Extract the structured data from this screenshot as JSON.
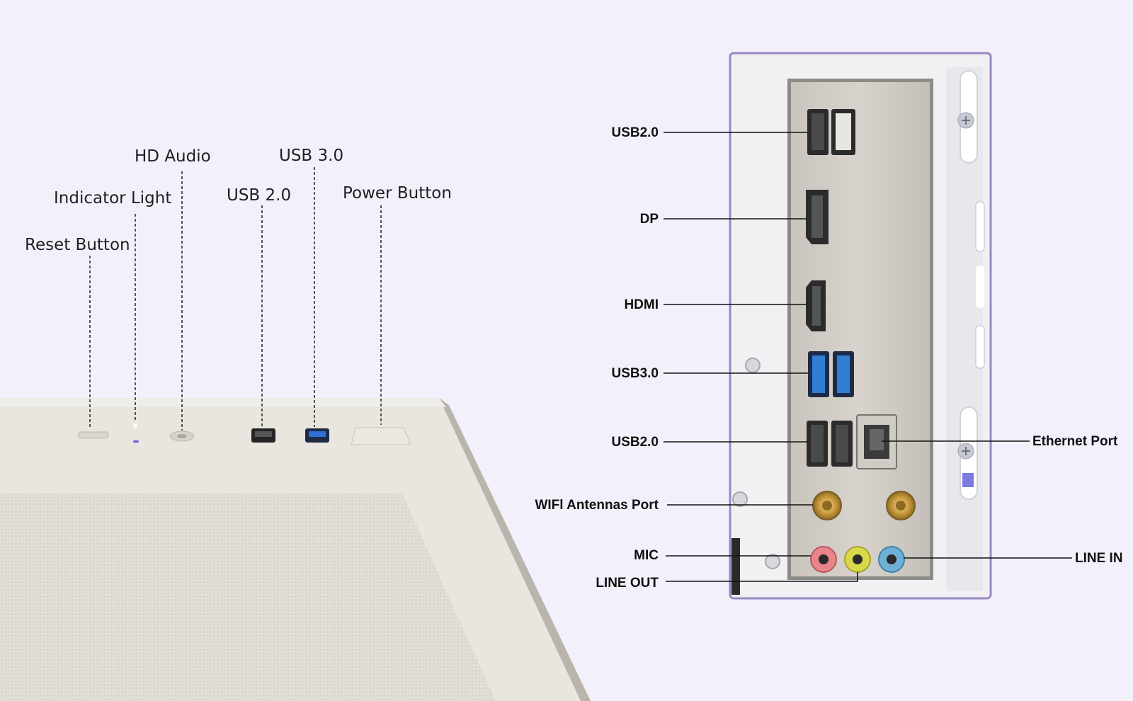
{
  "front_panel": {
    "labels": [
      {
        "key": "reset",
        "text": "Reset Button"
      },
      {
        "key": "indicator",
        "text": "Indicator Light"
      },
      {
        "key": "hd_audio",
        "text": "HD Audio"
      },
      {
        "key": "usb2",
        "text": "USB 2.0"
      },
      {
        "key": "usb3",
        "text": "USB 3.0"
      },
      {
        "key": "power",
        "text": "Power Button"
      }
    ]
  },
  "rear_panel": {
    "left_labels": [
      {
        "key": "usb2_top",
        "text": "USB2.0"
      },
      {
        "key": "dp",
        "text": "DP"
      },
      {
        "key": "hdmi",
        "text": "HDMI"
      },
      {
        "key": "usb3",
        "text": "USB3.0"
      },
      {
        "key": "usb2_bottom",
        "text": "USB2.0"
      },
      {
        "key": "wifi",
        "text": "WIFl Antennas Port"
      },
      {
        "key": "mic",
        "text": "MIC"
      },
      {
        "key": "line_out",
        "text": "LINE OUT"
      }
    ],
    "right_labels": [
      {
        "key": "ethernet",
        "text": "Ethernet Port"
      },
      {
        "key": "line_in",
        "text": "LINE IN"
      }
    ],
    "frame_color": "#9b87c4",
    "audio_colors": {
      "mic": "#e8848a",
      "line_out": "#d9d84a",
      "line_in": "#6fb1d6"
    },
    "usb3_color": "#2f7fd4"
  },
  "colors": {
    "background": "#f2f1fb",
    "case": "#e7e4dd"
  }
}
